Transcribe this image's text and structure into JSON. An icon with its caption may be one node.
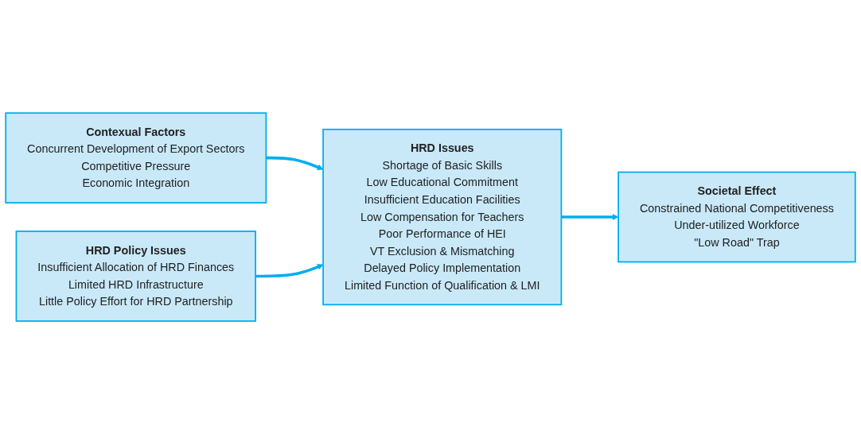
{
  "diagram": {
    "nodes": [
      {
        "text": [
          "Contexual Factors",
          "Concurrent Development of Export Sectors",
          "Competitive Pressure",
          "Economic Integration"
        ]
      },
      {
        "text": [
          "HRD Issues",
          "Shortage of Basic Skills",
          "Low Educational Commitment",
          "Insufficient Education Facilities",
          "Low Compensation for Teachers",
          "Poor Performance of HEI",
          "VT Exclusion & Mismatching",
          "Delayed Policy Implementation",
          "Limited Function of Qualification & LMI"
        ]
      },
      {
        "text": [
          "Societal Effect",
          "Constrained National Competitiveness",
          "Under-utilized Workforce",
          "\"Low Road\" Trap"
        ]
      },
      {
        "text": [
          "HRD Policy Issues",
          "Insufficient Allocation of HRD Finances",
          "Limited HRD Infrastructure",
          "Little Policy Effort for HRD Partnership"
        ]
      }
    ],
    "edges": [
      {
        "from": 0,
        "to": 1,
        "arrow": "to"
      },
      {
        "from": 3,
        "to": 1,
        "arrow": "to"
      },
      {
        "from": 1,
        "to": 2,
        "arrow": "to"
      }
    ]
  }
}
